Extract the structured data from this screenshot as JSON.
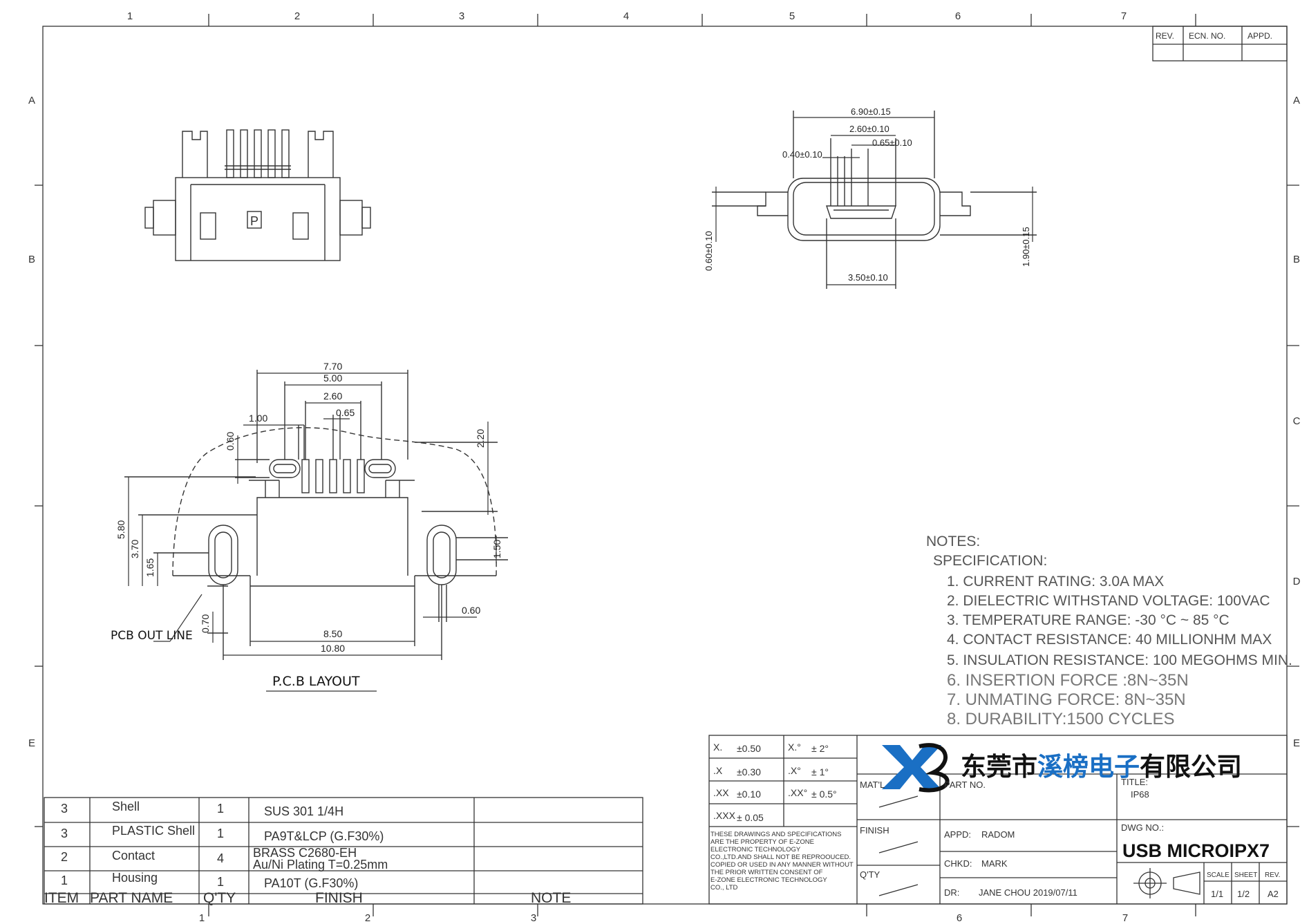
{
  "zones": {
    "top": [
      "1",
      "2",
      "3",
      "4",
      "5",
      "6",
      "7"
    ],
    "bottom": [
      "1",
      "2",
      "3",
      "6",
      "7"
    ],
    "left": [
      "A",
      "B",
      "E"
    ],
    "right": [
      "A",
      "B",
      "C",
      "D",
      "E"
    ]
  },
  "revision_block": {
    "rev": "REV.",
    "ecn": "ECN. NO.",
    "appd": "APPD."
  },
  "top_view": {
    "p_mark": "P"
  },
  "front_view": {
    "dims": {
      "w690": "6.90±0.15",
      "w260": "2.60±0.10",
      "w065": "0.65±0.10",
      "w040": "0.40±0.10",
      "h060": "0.60±0.10",
      "h190": "1.90±0.15",
      "w350": "3.50±0.10"
    }
  },
  "pcb_layout": {
    "title": "P.C.B LAYOUT",
    "outline_label": "PCB OUT LINE",
    "dims": {
      "d770": "7.70",
      "d500": "5.00",
      "d260": "2.60",
      "d065": "0.65",
      "d100": "1.00",
      "d060v": "0.60",
      "d220": "2.20",
      "d580": "5.80",
      "d370": "3.70",
      "d165": "1.65",
      "d150": "1.50",
      "d060h": "0.60",
      "d070": "0.70",
      "d850": "8.50",
      "d1080": "10.80"
    }
  },
  "notes": {
    "heading": "NOTES:",
    "subheading": "SPECIFICATION:",
    "items": [
      "1.  CURRENT  RATING:  3.0A  MAX",
      "2.  DIELECTRIC  WITHSTAND  VOLTAGE:  100VAC",
      "3.  TEMPERATURE  RANGE:  -30 °C  ~  85 °C",
      "4.  CONTACT  RESISTANCE:  40  MILLIONHM  MAX",
      "5.  INSULATION  RESISTANCE:  100  MEGOHMS  MIN.",
      "6.   INSERTION  FORCE  :8N~35N",
      "7.   UNMATING  FORCE:  8N~35N",
      "8.   DURABILITY:1500  CYCLES"
    ]
  },
  "bom": {
    "rows": [
      {
        "item": "3",
        "name": "Shell",
        "qty": "1",
        "finish": "SUS  301  1/4H",
        "note": ""
      },
      {
        "item": "3",
        "name": "PLASTIC  Shell",
        "qty": "1",
        "finish": "PA9T&LCP  (G.F30%)",
        "note": ""
      },
      {
        "item": "2",
        "name": "Contact",
        "qty": "4",
        "finish": "BRASS  C2680-EH",
        "finish2": "Au/Ni    Plating    T=0.25mm",
        "note": ""
      },
      {
        "item": "1",
        "name": "Housing",
        "qty": "1",
        "finish": "PA10T  (G.F30%)",
        "note": ""
      }
    ],
    "header": {
      "item": "ITEM",
      "name": "PART  NAME",
      "qty": "Q'TY",
      "finish": "FINISH",
      "note": "NOTE"
    }
  },
  "tolerance": {
    "rows": [
      {
        "key": "X.",
        "val": "±0.50",
        "akey": "X.°",
        "aval": "± 2°"
      },
      {
        "key": ".X",
        "val": "±0.30",
        "akey": ".X°",
        "aval": "± 1°"
      },
      {
        "key": ".XX",
        "val": "±0.10",
        "akey": ".XX°",
        "aval": "± 0.5°"
      },
      {
        "key": ".XXX",
        "val": "± 0.05",
        "akey": "",
        "aval": ""
      }
    ],
    "disclaimer": [
      "THESE  DRAWINGS  AND  SPECIFICATIONS",
      "ARE  THE  PROPERTY  OF  E-ZONE",
      "ELECTRONIC  TECHNOLOGY",
      "CO.,LTD.AND  SHALL  NOT  BE  REPROOUCED.",
      "COPIED  OR  USED  IN  ANY  MANNER  WITHOUT",
      "THE  PRIOR  WRITTEN  CONSENT  OF",
      "E-ZONE  ELECTRONIC  TECHNOLOGY",
      "CO.,  LTD"
    ]
  },
  "title_block": {
    "company": "东莞市溪榜电子有限公司",
    "company_prefix": "东莞市",
    "company_highlight": "溪榜电子",
    "company_suffix": "有限公司",
    "logo_letters": "XB",
    "matl_label": "MAT'L",
    "finish_label": "FINISH",
    "qty_label": "Q'TY",
    "part_no_label": "PART   NO.",
    "title_label": "TITLE:",
    "title_value": "IP68",
    "dwg_label": "DWG NO.:",
    "dwg_value": "USB MICROIPX7",
    "appd_label": "APPD:",
    "appd_value": "RADOM",
    "chkd_label": "CHKD:",
    "chkd_value": "MARK",
    "dr_label": "DR:",
    "dr_value": "JANE  CHOU  2019/07/11",
    "scale_label": "SCALE",
    "scale_value": "1/1",
    "sheet_label": "SHEET",
    "sheet_value": "1/2",
    "rev_label": "REV.",
    "rev_value": "A2"
  },
  "colors": {
    "line": "#333333",
    "brand_blue": "#1a6fc4",
    "brand_dark": "#111111"
  }
}
